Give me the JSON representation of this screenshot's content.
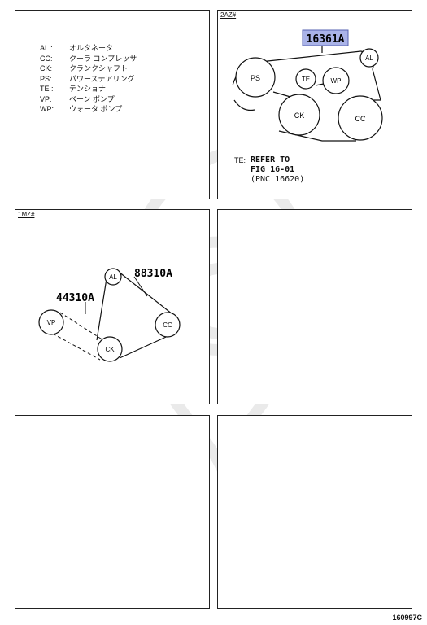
{
  "legend": [
    {
      "code": "AL :",
      "desc": "オルタネータ"
    },
    {
      "code": "CC:",
      "desc": "クーラ コンプレッサ"
    },
    {
      "code": "CK:",
      "desc": "クランクシャフト"
    },
    {
      "code": "PS:",
      "desc": "パワーステアリング"
    },
    {
      "code": "TE :",
      "desc": "テンショナ"
    },
    {
      "code": "VP:",
      "desc": "ベーン ポンプ"
    },
    {
      "code": "WP:",
      "desc": "ウォータ ポンプ"
    }
  ],
  "panel_2az": {
    "tag": "2AZ#",
    "part_number": "16361A",
    "pulleys": {
      "ps": "PS",
      "te": "TE",
      "wp": "WP",
      "al": "AL",
      "ck": "CK",
      "cc": "CC"
    },
    "note_code": "TE:",
    "note_lines": [
      "REFER TO",
      "FIG 16-01",
      "(PNC 16620)"
    ],
    "highlight_color": "#aab3e8"
  },
  "panel_1mz": {
    "tag": "1MZ#",
    "part_number_main": "88310A",
    "part_number_dashed": "44310A",
    "pulleys": {
      "al": "AL",
      "vp": "VP",
      "ck": "CK",
      "cc": "CC"
    }
  },
  "doc_id": "160997C"
}
